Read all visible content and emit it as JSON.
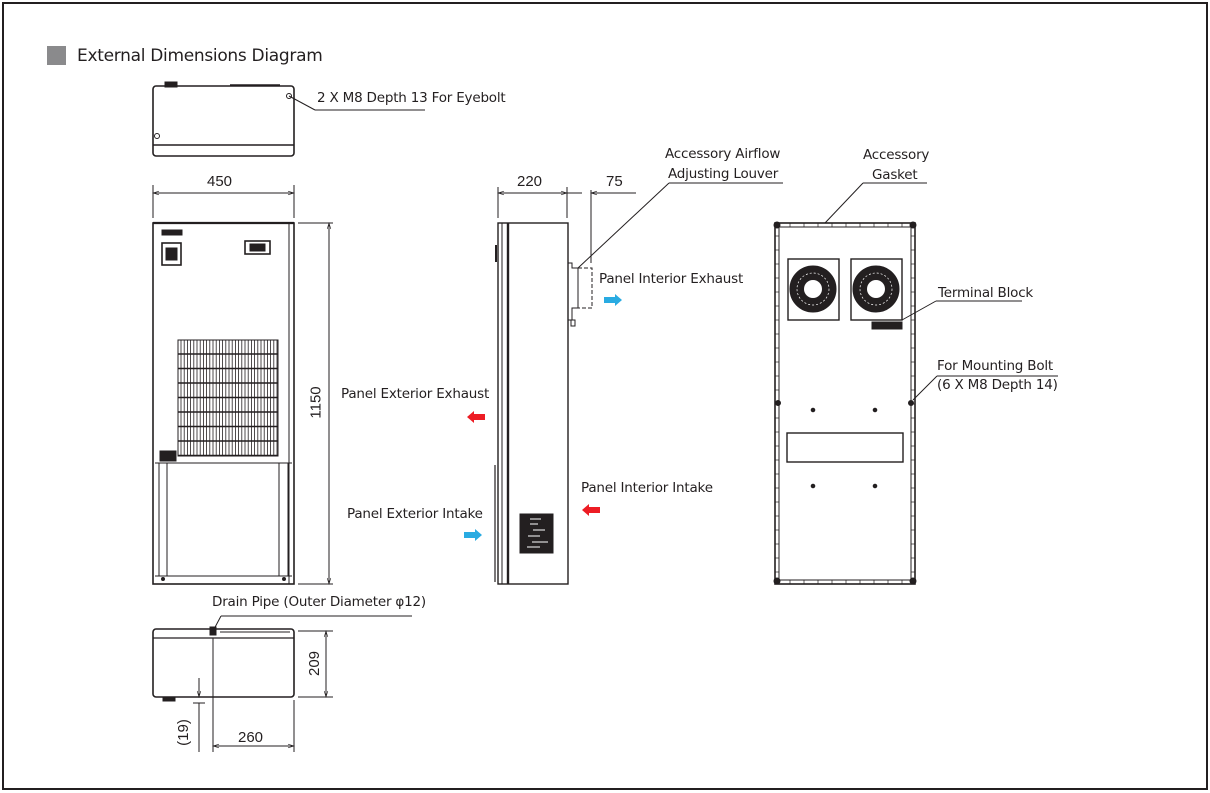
{
  "title": "External Dimensions Diagram",
  "dimensions": {
    "width": "450",
    "height": "1150",
    "depth": "220",
    "louver_depth": "75",
    "bottom_depth": "209",
    "drain_offset": "260",
    "drain_protrusion": "(19)"
  },
  "callouts": {
    "eyebolt": "2 X M8 Depth 13 For Eyebolt",
    "louver_line1": "Accessory Airflow",
    "louver_line2": "Adjusting Louver",
    "gasket_line1": "Accessory",
    "gasket_line2": "Gasket",
    "terminal_block": "Terminal Block",
    "mounting_line1": "For Mounting Bolt",
    "mounting_line2": "(6 X M8 Depth 14)",
    "drain_pipe": "Drain Pipe (Outer Diameter φ12)"
  },
  "airflow": {
    "interior_exhaust": "Panel Interior Exhaust",
    "exterior_exhaust": "Panel Exterior Exhaust",
    "interior_intake": "Panel Interior Intake",
    "exterior_intake": "Panel Exterior Intake"
  },
  "colors": {
    "line": "#231f20",
    "title_square": "#8a8a8c",
    "arrow_hot": "#ed1c24",
    "arrow_cold": "#29abe2"
  }
}
